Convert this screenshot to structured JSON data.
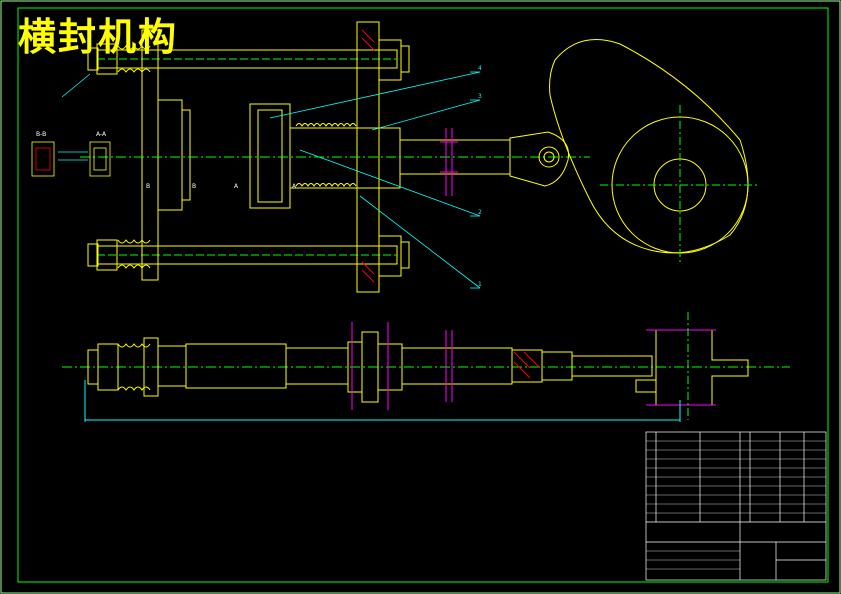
{
  "drawing": {
    "title": "横封机构",
    "section_labels": {
      "bb": "B-B",
      "aa": "A-A",
      "a_left": "A",
      "a_right": "A",
      "b_left": "B",
      "b_right": "B"
    },
    "callouts": [
      "4",
      "3",
      "2",
      "1"
    ]
  },
  "colors": {
    "background": "#000000",
    "border": "#00ff00",
    "outline": "#ffff00",
    "leader": "#00ffff",
    "centerline": "#00ff00",
    "hidden": "#ff00ff",
    "hatch": "#ff0000"
  }
}
